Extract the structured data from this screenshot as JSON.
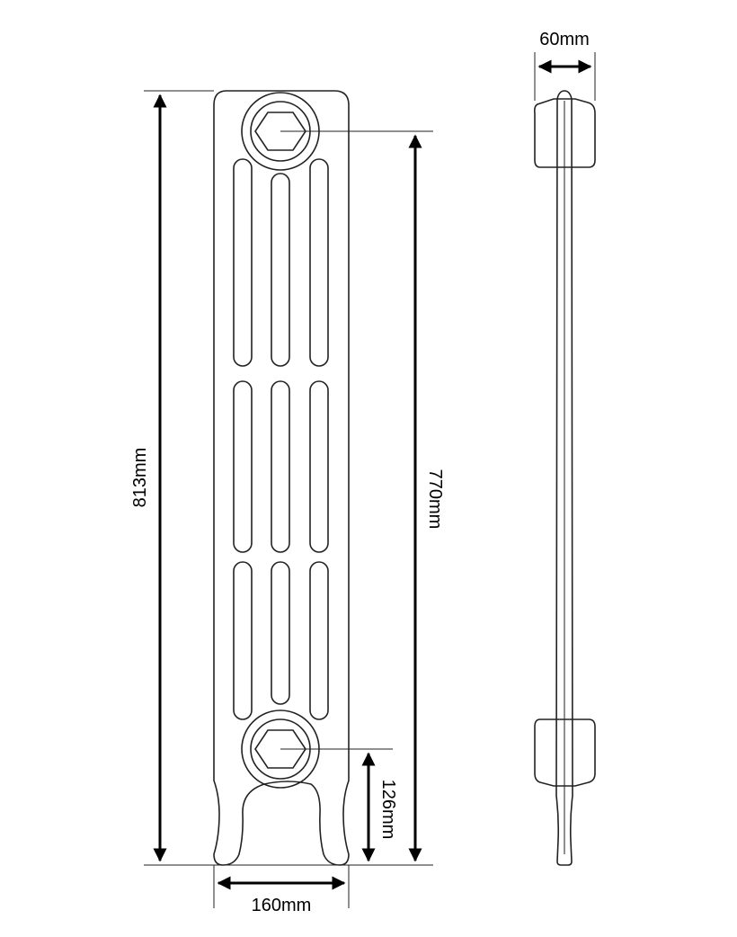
{
  "dimensions": {
    "depth": "60mm",
    "height_total": "813mm",
    "pipe_centres": "770mm",
    "pipe_height": "126mm",
    "width": "160mm"
  },
  "colors": {
    "line": "#222222",
    "dimension": "#000000",
    "background": "#ffffff"
  }
}
